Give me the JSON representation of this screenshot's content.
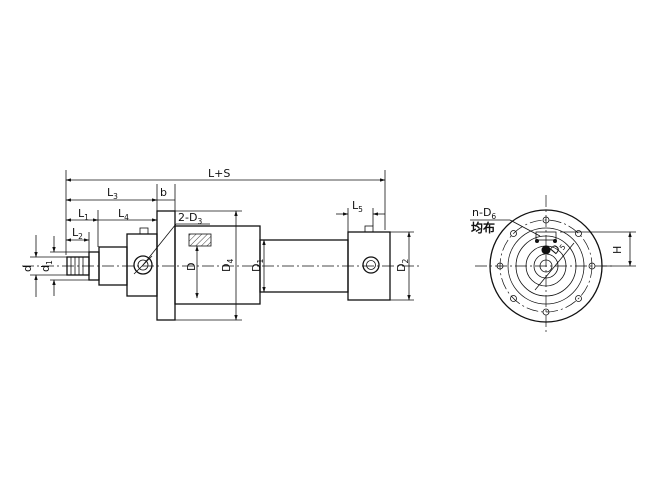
{
  "labels": {
    "ls": "L+S",
    "l3_main": "L",
    "l3_sub": "3",
    "b": "b",
    "l1_main": "L",
    "l1_sub": "1",
    "l4_main": "L",
    "l4_sub": "4",
    "l2_main": "L",
    "l2_sub": "2",
    "d3_main": "2-D",
    "d3_sub": "3",
    "l5_main": "L",
    "l5_sub": "5",
    "d": "d",
    "d1_main": "d",
    "d1_sub": "1",
    "D": "D",
    "d4_main": "D",
    "d4_sub": "4",
    "dd1_main": "D",
    "dd1_sub": "1",
    "d2_main": "D",
    "d2_sub": "2",
    "nd6_main": "n-D",
    "nd6_sub": "6",
    "junbu": "均布",
    "d5_main": "D",
    "d5_sub": "5",
    "h": "H"
  }
}
